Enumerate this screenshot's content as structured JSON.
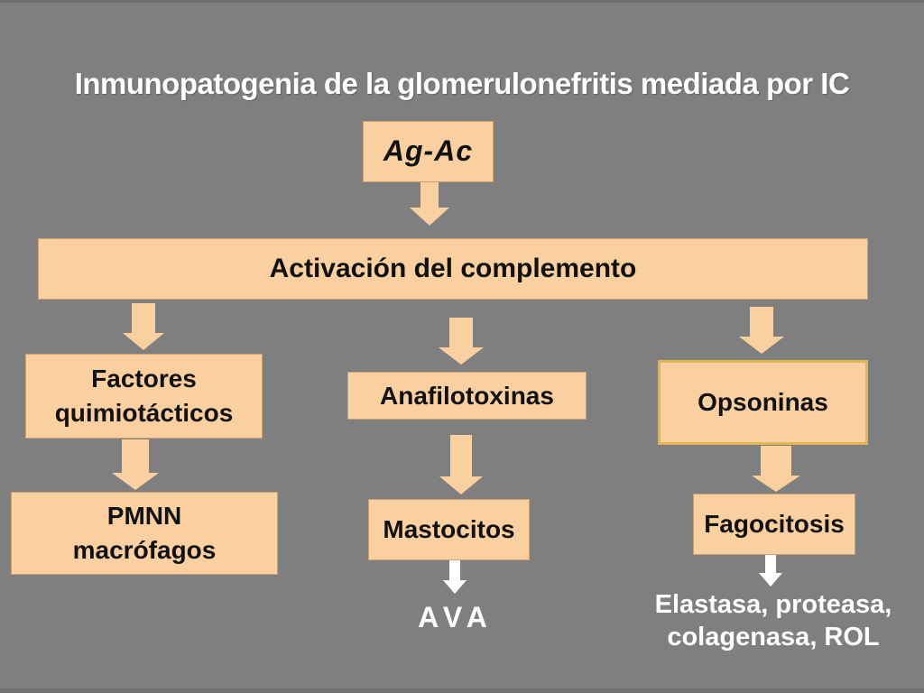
{
  "slide": {
    "title": "Inmunopatogenia de la glomerulonefritis mediada por IC",
    "colors": {
      "background": "#7f7f7f",
      "box_fill": "#fbd0a0",
      "box_border_subtle": "#a06e37",
      "opsoninas_border": "#e3b54e",
      "arrow_fill": "#fbd0a0",
      "white_arrow_fill": "#ffffff",
      "text": "#111111",
      "title_text": "#ffffff"
    }
  },
  "nodes": {
    "agac": {
      "label": "Ag-Ac"
    },
    "activacion": {
      "label": "Activación del complemento"
    },
    "factores": {
      "label": "Factores\nquimiotácticos"
    },
    "anafilotoxinas": {
      "label": "Anafilotoxinas"
    },
    "opsoninas": {
      "label": "Opsoninas"
    },
    "pmnn": {
      "label": "PMNN\nmacrófagos"
    },
    "mastocitos": {
      "label": "Mastocitos"
    },
    "fagocitosis": {
      "label": "Fagocitosis"
    },
    "ava": {
      "label": "AVA"
    },
    "elastasa": {
      "label": "Elastasa, proteasa,\ncolagenasa, ROL"
    }
  }
}
